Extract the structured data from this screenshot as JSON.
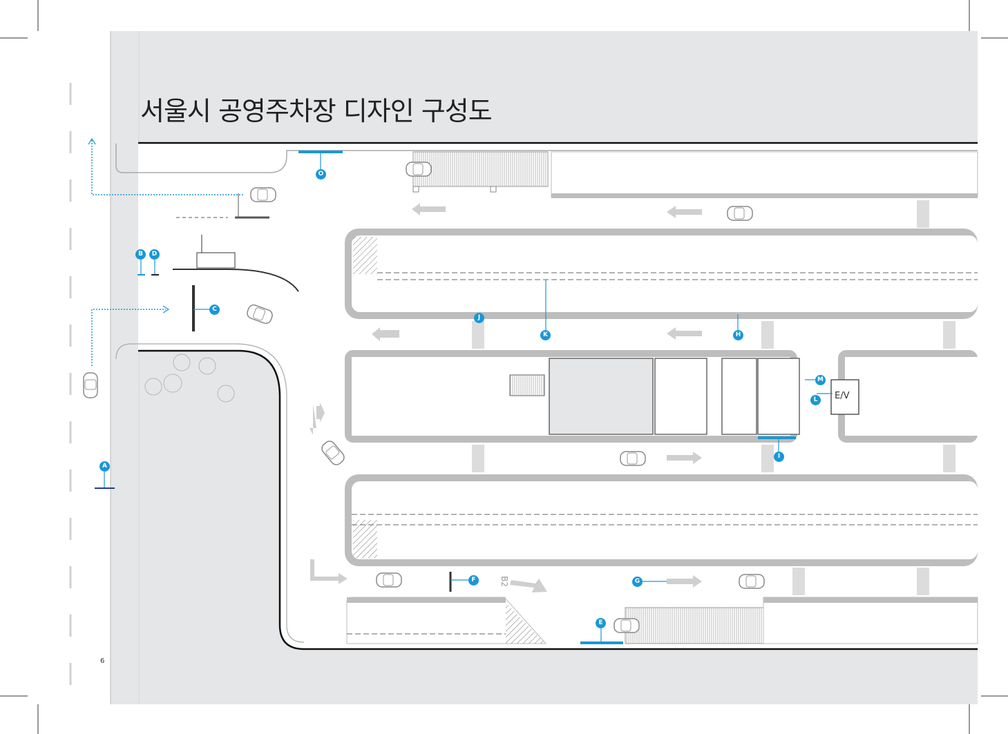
{
  "page": {
    "title": "서울시 공영주차장 디자인 구성도",
    "page_number": "6"
  },
  "markers": {
    "A": "A",
    "B": "B",
    "C": "C",
    "D": "D",
    "E": "E",
    "F": "F",
    "G": "G",
    "H": "H",
    "I": "I",
    "J": "J",
    "K": "K",
    "L": "L",
    "M": "M",
    "O": "O"
  },
  "labels": {
    "elevator": "E/V",
    "floor": "B2"
  },
  "colors": {
    "accent": "#1a97d5",
    "navy": "#1f3c8f",
    "wall_gray": "#bdbdbd",
    "background_gray": "#e5e6e7",
    "road_outline": "#111111"
  }
}
